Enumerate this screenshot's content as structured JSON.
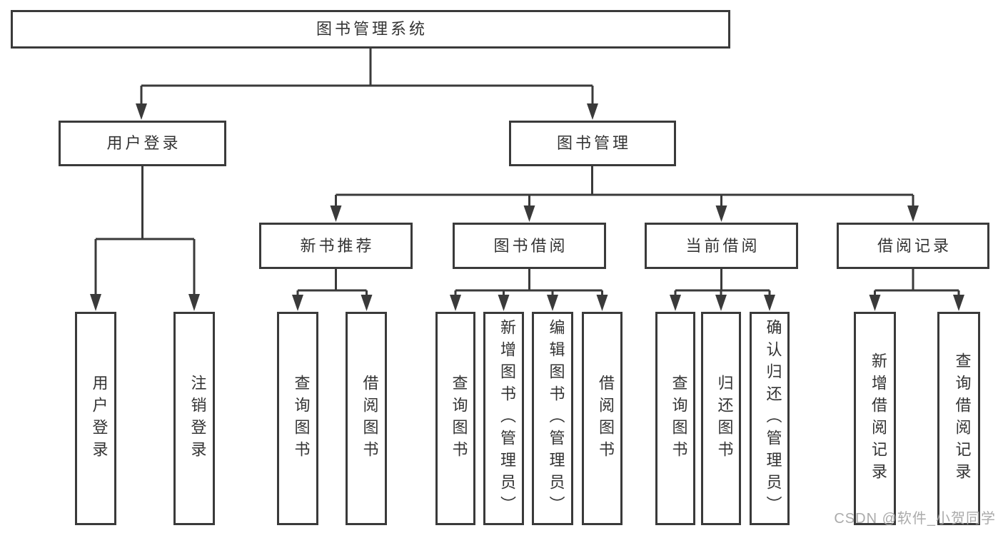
{
  "tree": {
    "root": {
      "label": "图书管理系统"
    },
    "branches": [
      {
        "label": "用户登录",
        "leaves": [
          "用户登录",
          "注销登录"
        ]
      },
      {
        "label": "图书管理",
        "groups": [
          {
            "label": "新书推荐",
            "leaves": [
              "查询图书",
              "借阅图书"
            ]
          },
          {
            "label": "图书借阅",
            "leaves": [
              "查询图书",
              "新增图书（管理员）",
              "编辑图书（管理员）",
              "借阅图书"
            ]
          },
          {
            "label": "当前借阅",
            "leaves": [
              "查询图书",
              "归还图书",
              "确认归还（管理员）"
            ]
          },
          {
            "label": "借阅记录",
            "leaves": [
              "新增借阅记录",
              "查询借阅记录"
            ]
          }
        ]
      }
    ]
  },
  "watermark": "CSDN @软件_小贺同学",
  "colors": {
    "line": "#3a3a3a",
    "text": "#333333",
    "watermark_text": "#a4a4a4",
    "background": "#ffffff"
  }
}
